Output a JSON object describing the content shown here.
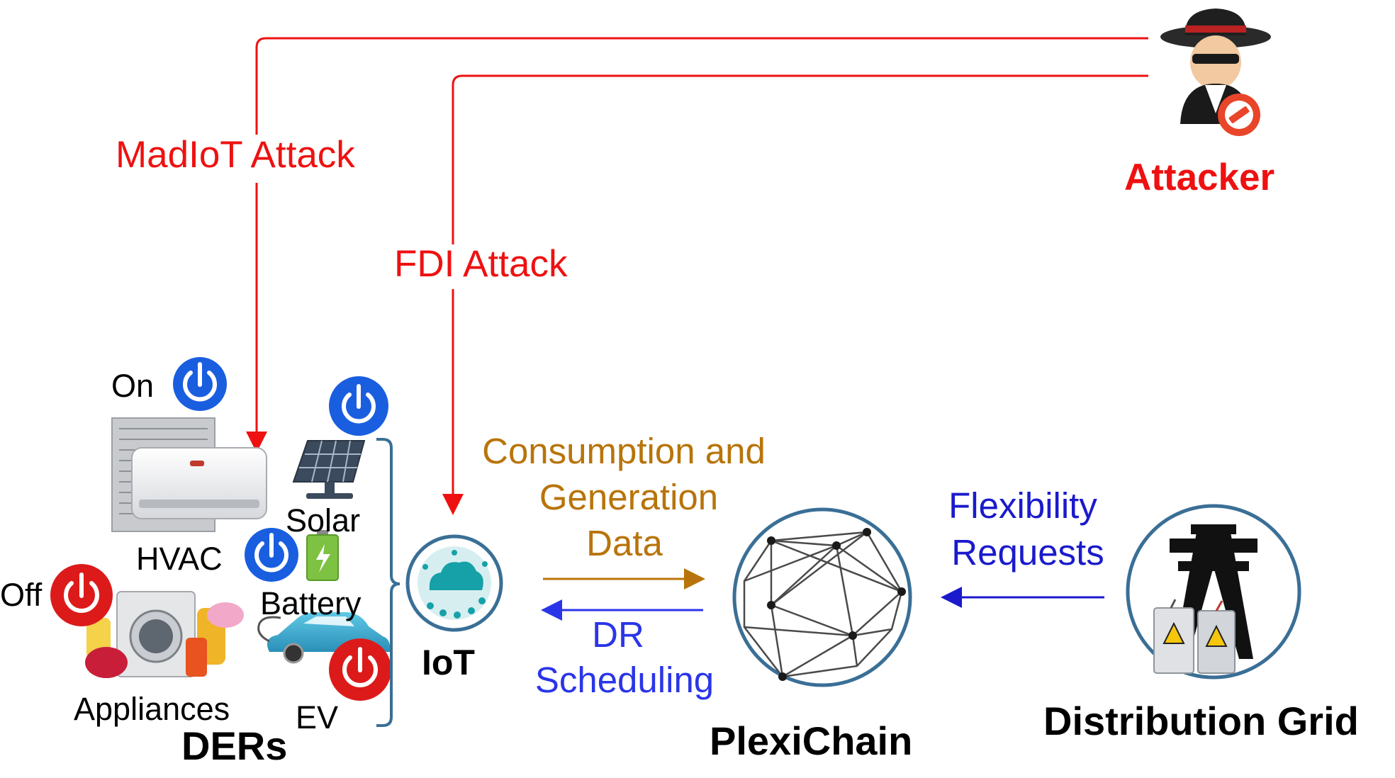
{
  "attacker": {
    "label": "Attacker"
  },
  "attacks": {
    "madiot": "MadIoT Attack",
    "fdi": "FDI Attack"
  },
  "ders": {
    "title": "DERs",
    "hvac": "HVAC",
    "solar": "Solar",
    "battery": "Battery",
    "ev": "EV",
    "appliances": "Appliances",
    "on_label": "On",
    "off_label": "Off"
  },
  "iot": {
    "label": "IoT",
    "badge": "IoT"
  },
  "flows": {
    "consumption": [
      "Consumption and",
      "Generation",
      "Data"
    ],
    "dr": [
      "DR",
      "Scheduling"
    ],
    "flexibility": [
      "Flexibility",
      "Requests"
    ]
  },
  "plexichain": {
    "label": "PlexiChain"
  },
  "grid": {
    "label": "Distribution Grid"
  },
  "colors": {
    "attack": "#ee1111",
    "data_flow": "#b8740a",
    "dr_flow": "#2a35e8",
    "flex_flow": "#1a1acc",
    "power_on": "#1a5ee0",
    "power_off": "#dd1a1a",
    "circle_outline": "#3a6f96"
  }
}
